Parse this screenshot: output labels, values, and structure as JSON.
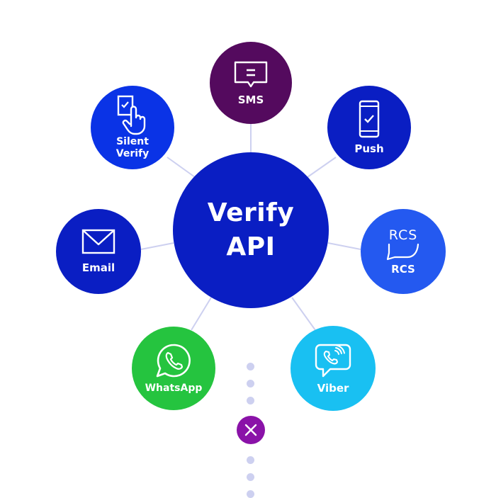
{
  "hub": {
    "line1": "Verify",
    "line2": "API",
    "color": "#0a1ec3"
  },
  "channels": [
    {
      "id": "sms",
      "label": "SMS",
      "icon": "sms-message-icon",
      "color": "#540a5e"
    },
    {
      "id": "silent-verify",
      "label_line1": "Silent",
      "label_line2": "Verify",
      "icon": "tap-check-icon",
      "color": "#0a33e6"
    },
    {
      "id": "push",
      "label": "Push",
      "icon": "phone-check-icon",
      "color": "#0a1ec3"
    },
    {
      "id": "email",
      "label": "Email",
      "icon": "envelope-icon",
      "color": "#0a1ec3"
    },
    {
      "id": "rcs",
      "label": "RCS",
      "icon_text": "RCS",
      "icon": "rcs-chat-icon",
      "color": "#2459f0"
    },
    {
      "id": "whatsapp",
      "label": "WhatsApp",
      "icon": "whatsapp-icon",
      "color": "#25c43f"
    },
    {
      "id": "viber",
      "label": "Viber",
      "icon": "viber-icon",
      "color": "#19c0f2"
    }
  ],
  "close_button": {
    "icon": "close-icon",
    "color": "#8a12a8"
  },
  "connector_color": "#cdd0f0"
}
